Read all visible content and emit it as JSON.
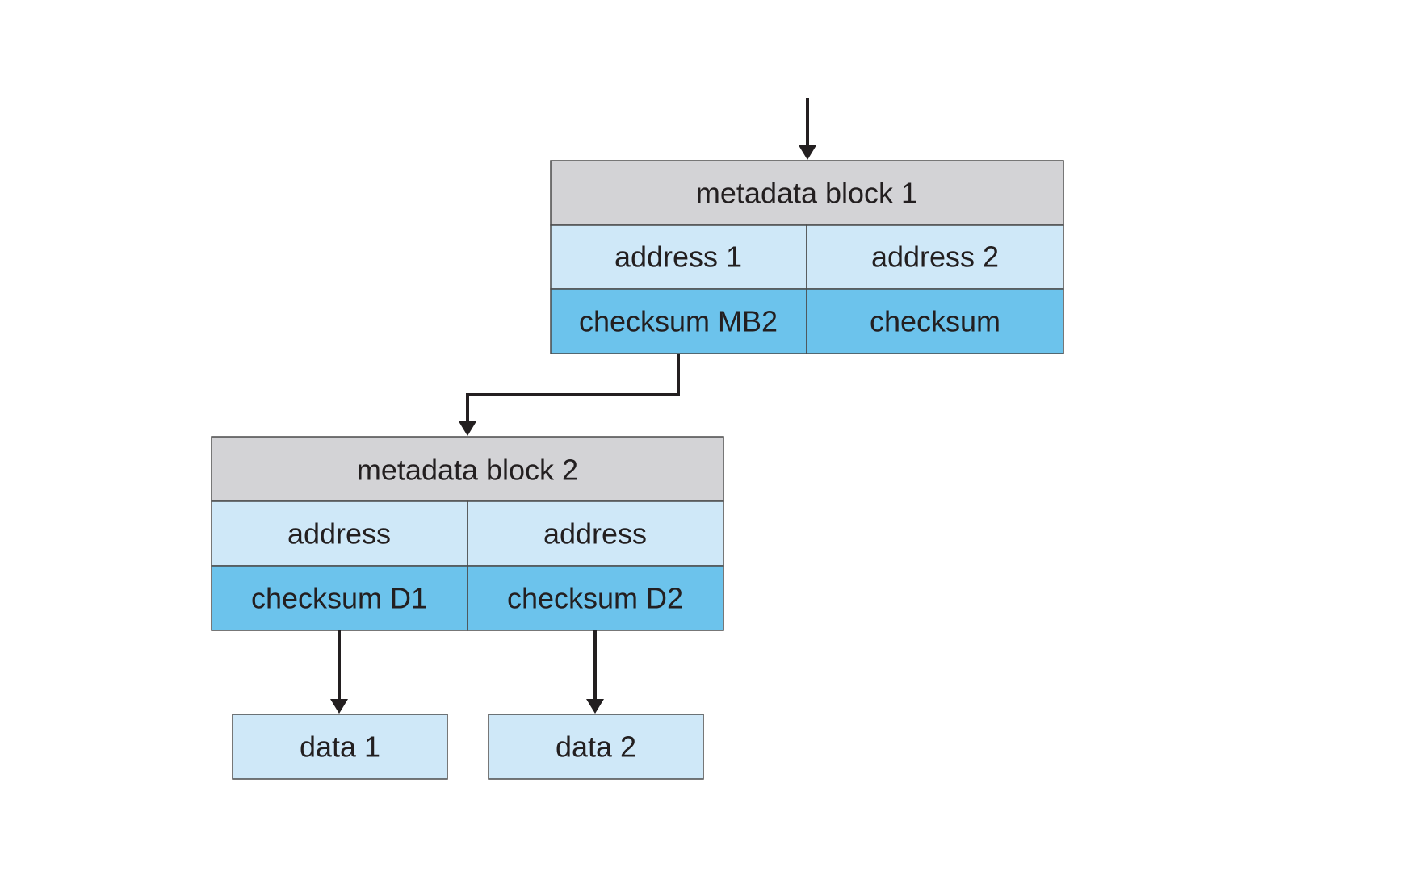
{
  "metadata_block_1": {
    "title": "metadata block 1",
    "address_left": "address 1",
    "address_right": "address 2",
    "checksum_left": "checksum MB2",
    "checksum_right": "checksum"
  },
  "metadata_block_2": {
    "title": "metadata block 2",
    "address_left": "address",
    "address_right": "address",
    "checksum_left": "checksum D1",
    "checksum_right": "checksum D2"
  },
  "data_blocks": [
    {
      "label": "data 1"
    },
    {
      "label": "data 2"
    }
  ],
  "colors": {
    "title_fill": "#d3d3d6",
    "address_fill": "#cfe8f8",
    "checksum_fill": "#6cc3ec",
    "data_fill": "#cfe8f8",
    "line": "#231f20"
  }
}
